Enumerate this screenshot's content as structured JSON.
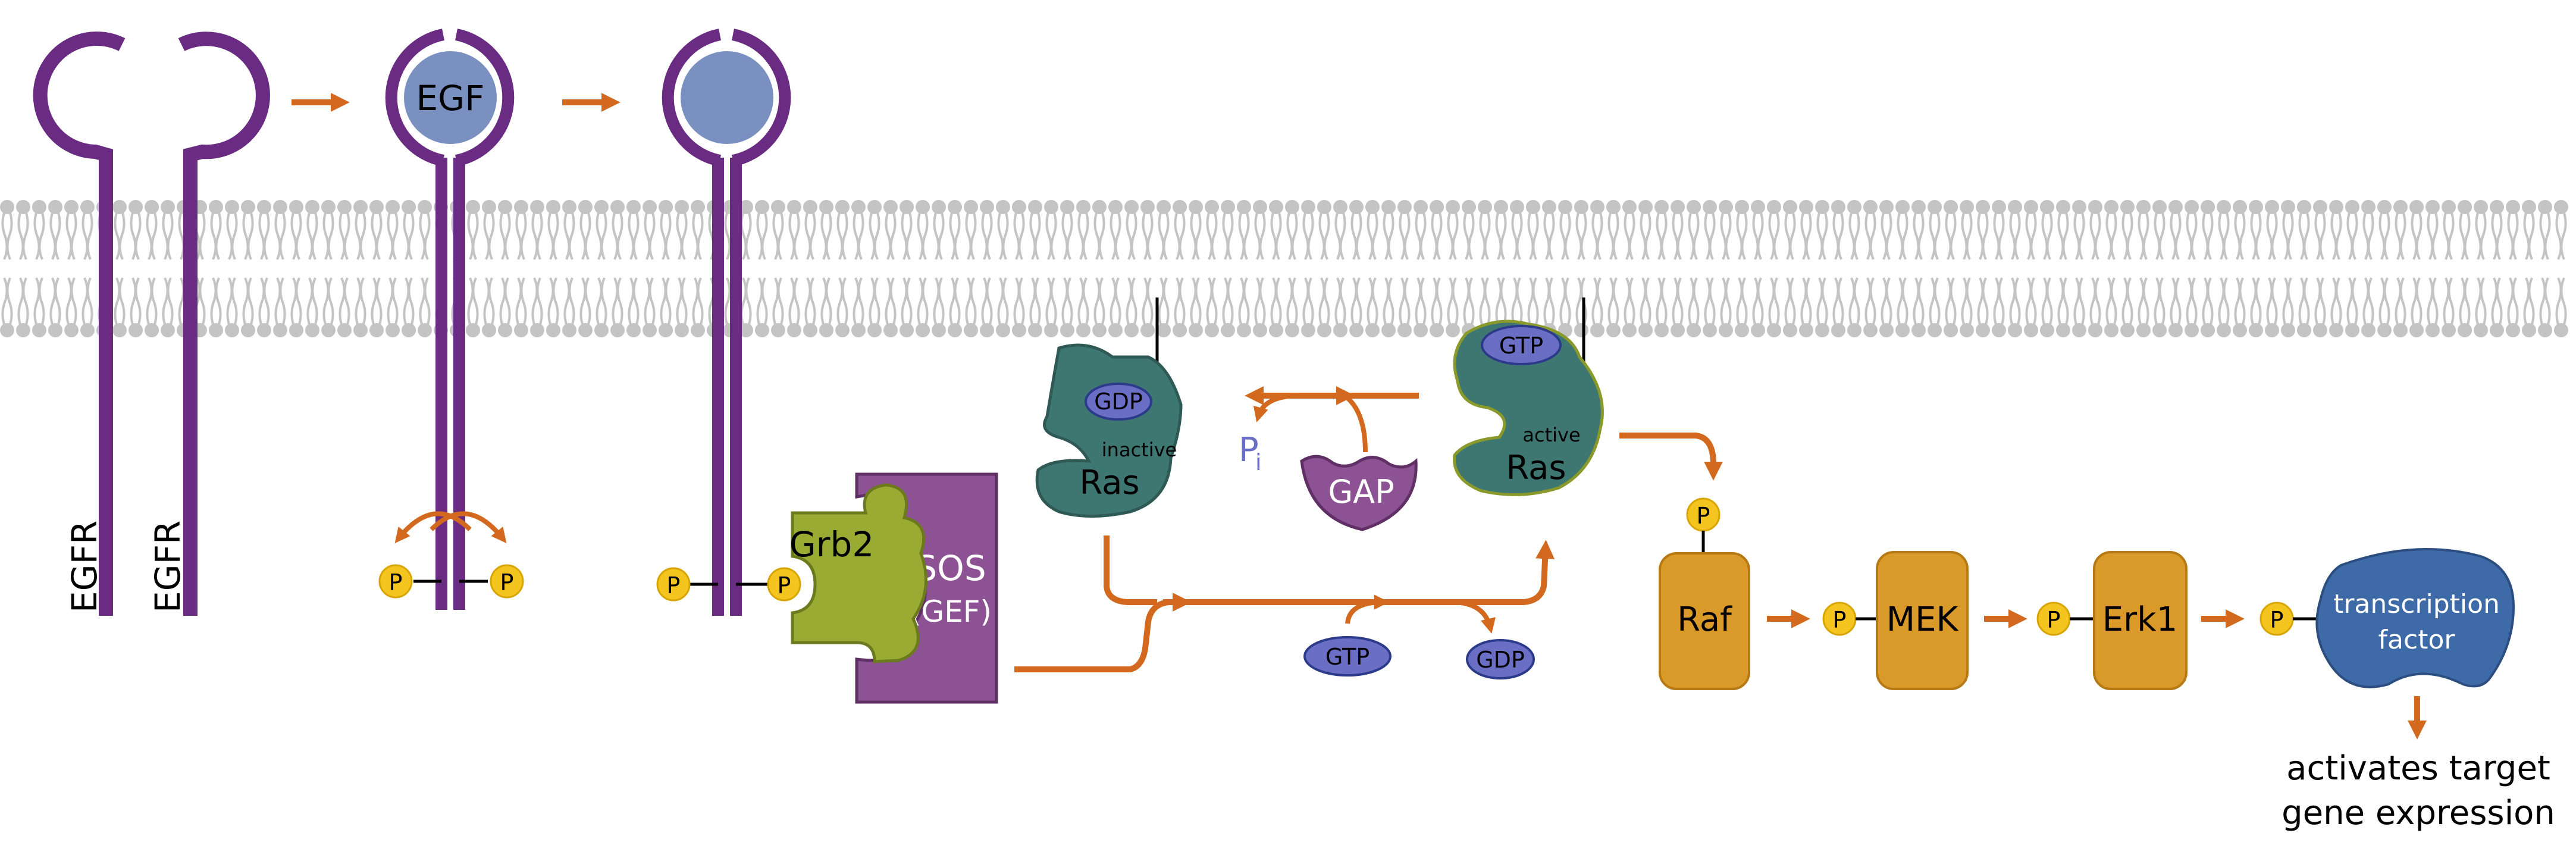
{
  "colors": {
    "receptor": "#6a2c82",
    "egf": "#7a90c0",
    "egf_stroke": "#5f73a8",
    "arrow": "#d2691e",
    "phosphate": "#f4c51f",
    "phosphate_stroke": "#d8a400",
    "ras": "#3e7672",
    "ras_stroke": "#2f5955",
    "active_ras_stroke": "#8a9a2a",
    "nucleotide": "#6a6ec4",
    "nucleotide_stroke": "#2c3a8a",
    "gap": "#8c5293",
    "grb2": "#9aab34",
    "sos": "#8c5293",
    "kinase": "#d99a2a",
    "kinase_stroke": "#b57a14",
    "tf": "#3f6aa8",
    "membrane": "#c4c4c4",
    "pi_text": "#6a6ec4"
  },
  "labels": {
    "egfr_left": "EGFR",
    "egfr_right": "EGFR",
    "egf": "EGF",
    "phosphate": "P",
    "grb2": "Grb2",
    "sos": "SOS",
    "gef": "(GEF)",
    "gdp": "GDP",
    "gtp": "GTP",
    "inactive": "inactive",
    "active": "active",
    "ras": "Ras",
    "pi_main": "P",
    "pi_sub": "i",
    "gap": "GAP",
    "raf": "Raf",
    "mek": "MEK",
    "erk1": "Erk1",
    "tf_line1": "transcription",
    "tf_line2": "factor",
    "outcome_line1": "activates target",
    "outcome_line2": "gene expression"
  },
  "icons": {
    "membrane": "lipid-bilayer",
    "arrow": "orange-arrow",
    "receptor": "egfr-receptor"
  }
}
